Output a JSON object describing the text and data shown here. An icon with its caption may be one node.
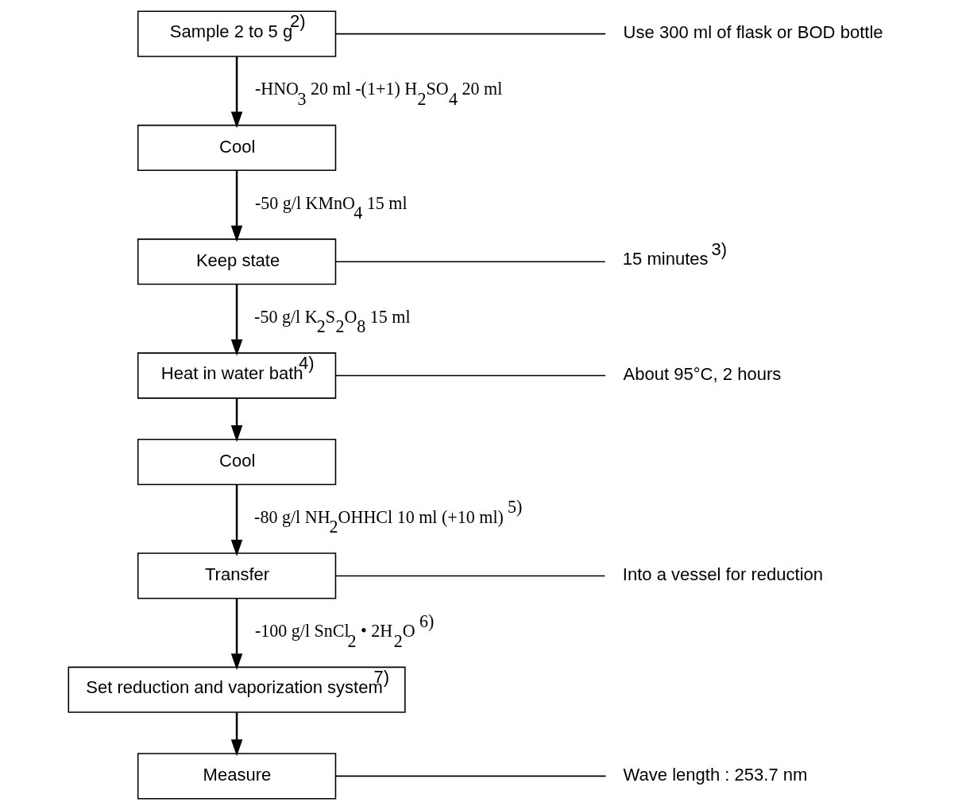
{
  "diagram": {
    "nodes": [
      {
        "text": [
          "Sample 2 to 5 g$^{2)}$"
        ]
      },
      {
        "text": [
          "Use 300 ml of flask or BOD bottle"
        ]
      },
      {
        "text": [
          "Cool"
        ]
      },
      {
        "text": [
          "Keep state"
        ]
      },
      {
        "text": [
          "15 minutes $^{3)}$"
        ]
      },
      {
        "text": [
          "Heat in water bath$^{4)}$"
        ]
      },
      {
        "text": [
          "About 95°C, 2 hours"
        ]
      },
      {
        "text": [
          "Cool"
        ]
      },
      {
        "text": [
          "Transfer"
        ]
      },
      {
        "text": [
          "Into a vessel for reduction"
        ]
      },
      {
        "text": [
          "Set reduction and vaporization system$^{7)}$"
        ]
      },
      {
        "text": [
          "Measure"
        ]
      },
      {
        "text": [
          "Wave length : 253.7 nm"
        ]
      }
    ],
    "edges": [
      {
        "from": 0,
        "to": 1,
        "arrow": "none"
      },
      {
        "from": 0,
        "to": 2,
        "arrow": "to",
        "label": "-HNO$_{3}$ 20 ml -(1+1) H$_{2}$SO$_{4}$ 20 ml"
      },
      {
        "from": 2,
        "to": 3,
        "arrow": "to",
        "label": "-50 g/l KMnO$_{4}$ 15 ml"
      },
      {
        "from": 3,
        "to": 4,
        "arrow": "none"
      },
      {
        "from": 3,
        "to": 5,
        "arrow": "to",
        "label": "-50 g/l K$_{2}$S$_{2}$O$_{8}$ 15 ml"
      },
      {
        "from": 5,
        "to": 6,
        "arrow": "none"
      },
      {
        "from": 5,
        "to": 7,
        "arrow": "to"
      },
      {
        "from": 7,
        "to": 8,
        "arrow": "to",
        "label": "-80 g/l NH$_{2}$OHHCl 10 ml (+10 ml) $^{5)}$"
      },
      {
        "from": 8,
        "to": 9,
        "arrow": "none"
      },
      {
        "from": 8,
        "to": 10,
        "arrow": "to",
        "label": "-100 g/l SnCl$_{2}$ • 2H$_{2}$O $^{6)}$"
      },
      {
        "from": 10,
        "to": 11,
        "arrow": "to"
      },
      {
        "from": 11,
        "to": 12,
        "arrow": "none"
      }
    ]
  }
}
